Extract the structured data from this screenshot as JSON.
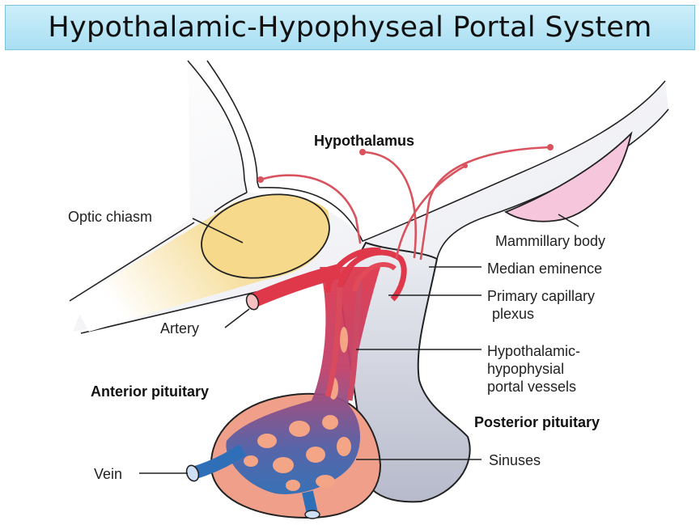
{
  "title": "Hypothalamic-Hypophyseal Portal System",
  "labels": {
    "hypothalamus": "Hypothalamus",
    "optic_chiasm": "Optic chiasm",
    "mammillary_body": "Mammillary body",
    "median_eminence": "Median eminence",
    "primary_capillary_plexus_1": "Primary capillary",
    "primary_capillary_plexus_2": "plexus",
    "artery": "Artery",
    "portal_vessels_1": "Hypothalamic-",
    "portal_vessels_2": "hypophysial",
    "portal_vessels_3": "portal vessels",
    "anterior_pituitary": "Anterior pituitary",
    "posterior_pituitary": "Posterior pituitary",
    "sinuses": "Sinuses",
    "vein": "Vein"
  },
  "colors": {
    "artery": "#e0384b",
    "vein": "#2f6fb8",
    "anterior_lobe": "#f0a08a",
    "posterior_lobe": "#c5c8d6",
    "optic_chiasm": "#f6d98a",
    "mammillary": "#f5c6dc",
    "neuron": "#d9535f"
  }
}
